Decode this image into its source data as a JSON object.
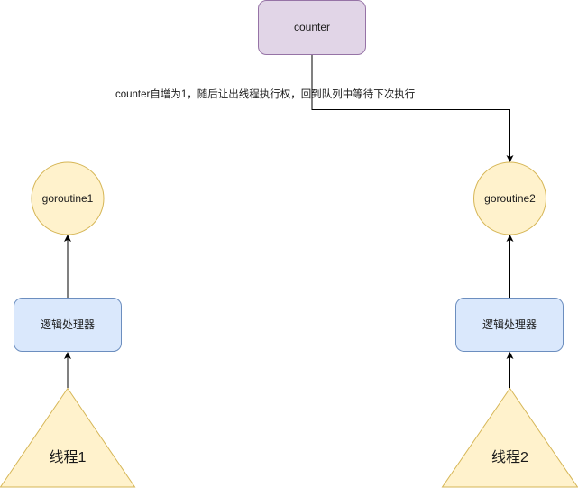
{
  "diagram": {
    "nodes": {
      "counter": {
        "label": "counter",
        "fill": "#e1d5e7",
        "stroke": "#9673a6"
      },
      "goroutine1": {
        "label": "goroutine1",
        "fill": "#fff2cc",
        "stroke": "#d6b656"
      },
      "goroutine2": {
        "label": "goroutine2",
        "fill": "#fff2cc",
        "stroke": "#d6b656"
      },
      "processor1": {
        "label": "逻辑处理器",
        "fill": "#dae8fc",
        "stroke": "#6c8ebf"
      },
      "processor2": {
        "label": "逻辑处理器",
        "fill": "#dae8fc",
        "stroke": "#6c8ebf"
      },
      "thread1": {
        "label": "线程1",
        "fill": "#fff2cc",
        "stroke": "#d6b656"
      },
      "thread2": {
        "label": "线程2",
        "fill": "#fff2cc",
        "stroke": "#d6b656"
      }
    },
    "edges": [
      {
        "from": "counter",
        "to": "goroutine2",
        "label": "counter自增为1，随后让出线程执行权，回到队列中等待下次执行"
      },
      {
        "from": "processor1",
        "to": "goroutine1",
        "label": ""
      },
      {
        "from": "thread1",
        "to": "processor1",
        "label": ""
      },
      {
        "from": "processor2",
        "to": "goroutine2",
        "label": ""
      },
      {
        "from": "thread2",
        "to": "processor2",
        "label": ""
      }
    ],
    "edge_color": "#000000"
  }
}
